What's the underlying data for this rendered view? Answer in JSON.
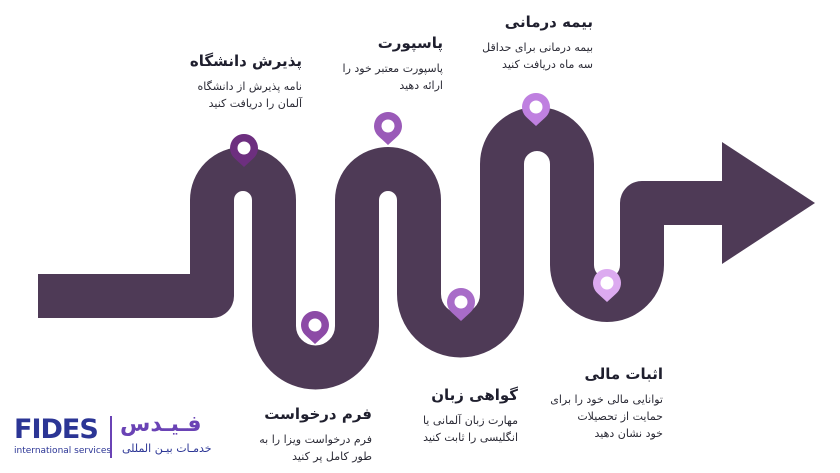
{
  "steps": [
    {
      "id": "university",
      "title": "پذیرش دانشگاه",
      "desc": [
        "نامه پذیرش از دانشگاه",
        "آلمان را دریافت کنید"
      ],
      "pin_color": "#6d2f7f"
    },
    {
      "id": "application",
      "title": "فرم درخواست",
      "desc": [
        "فرم درخواست ویزا را به",
        "طور کامل پر کنید"
      ],
      "pin_color": "#8c4aa6"
    },
    {
      "id": "passport",
      "title": "پاسپورت",
      "desc": [
        "پاسپورت معتبر خود را",
        "ارائه دهید"
      ],
      "pin_color": "#9a5ab8"
    },
    {
      "id": "language",
      "title": "گواهی زبان",
      "desc": [
        "مهارت زبان آلمانی یا",
        "انگلیسی را ثابت کنید"
      ],
      "pin_color": "#a86cc8"
    },
    {
      "id": "insurance",
      "title": "بیمه درمانی",
      "desc": [
        "بیمه درمانی برای حداقل",
        "سه ماه دریافت کنید"
      ],
      "pin_color": "#bf80e0"
    },
    {
      "id": "finance",
      "title": "اثبات مالی",
      "desc": [
        "توانایی مالی خود را برای",
        "حمایت از تحصیلات",
        "خود نشان دهید"
      ],
      "pin_color": "#dcaaf0"
    }
  ],
  "road_color": "#4e3a56",
  "logo": {
    "latin": "FIDES",
    "latin_sub": "international services",
    "fa": "فـیـدس",
    "fa_sub": "خدمـات بیـن المللی",
    "primary_color": "#2b3595",
    "accent_color": "#6a43b5"
  }
}
